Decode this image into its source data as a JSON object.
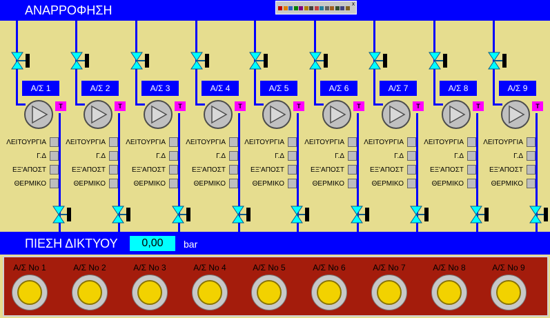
{
  "header": {
    "title": "ΑΝΑΡΡΟΦΗΣΗ"
  },
  "toolbar": {
    "close_label": "x",
    "icons": [
      "toolbar-icon-1",
      "toolbar-icon-2",
      "toolbar-icon-3",
      "toolbar-icon-4",
      "toolbar-icon-5",
      "toolbar-icon-6",
      "toolbar-icon-7",
      "toolbar-icon-8",
      "toolbar-icon-9",
      "toolbar-icon-10",
      "toolbar-icon-11",
      "toolbar-icon-12",
      "toolbar-icon-13",
      "toolbar-icon-14"
    ]
  },
  "pumps": [
    {
      "label": "Α/Σ 1",
      "t_badge": "T"
    },
    {
      "label": "Α/Σ 2",
      "t_badge": "T"
    },
    {
      "label": "Α/Σ 3",
      "t_badge": "T"
    },
    {
      "label": "Α/Σ 4",
      "t_badge": "T"
    },
    {
      "label": "Α/Σ 5",
      "t_badge": "T"
    },
    {
      "label": "Α/Σ 6",
      "t_badge": "T"
    },
    {
      "label": "Α/Σ 7",
      "t_badge": "T"
    },
    {
      "label": "Α/Σ 8",
      "t_badge": "T"
    },
    {
      "label": "Α/Σ 9",
      "t_badge": "T"
    }
  ],
  "status_labels": [
    "ΛΕΙΤΟΥΡΓΙΑ",
    "Γ.Δ",
    "ΕΞ'ΑΠΟΣΤ",
    "ΘΕΡΜΙΚΟ"
  ],
  "pressure": {
    "label": "ΠΙΕΣΗ ΔΙΚΤΥΟΥ",
    "value": "0,00",
    "unit": "bar"
  },
  "control_panel": {
    "buttons": [
      {
        "label": "Α/Σ No 1"
      },
      {
        "label": "Α/Σ No 2"
      },
      {
        "label": "Α/Σ No 3"
      },
      {
        "label": "Α/Σ No 4"
      },
      {
        "label": "Α/Σ No 5"
      },
      {
        "label": "Α/Σ No 6"
      },
      {
        "label": "Α/Σ No 7"
      },
      {
        "label": "Α/Σ No 8"
      },
      {
        "label": "Α/Σ No 9"
      }
    ]
  },
  "colors": {
    "background": "#e6dd8f",
    "pipe": "#0000ff",
    "pressure_value_bg": "#00ffff",
    "t_badge": "#ff00ff",
    "panel": "#a41c0c",
    "valve": "#00ffff",
    "button_center": "#f2d200",
    "status_lamp": "#bdbdbd"
  }
}
